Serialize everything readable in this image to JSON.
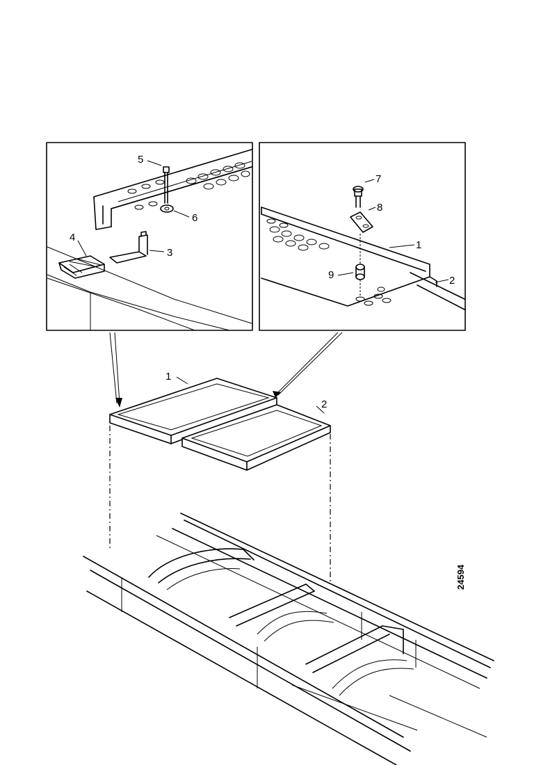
{
  "callouts": {
    "c1": "1",
    "c2": "2",
    "c3": "3",
    "c4": "4",
    "c5": "5",
    "c6": "6",
    "c7": "7",
    "c8": "8",
    "c9": "9"
  },
  "figure_number": "24594"
}
